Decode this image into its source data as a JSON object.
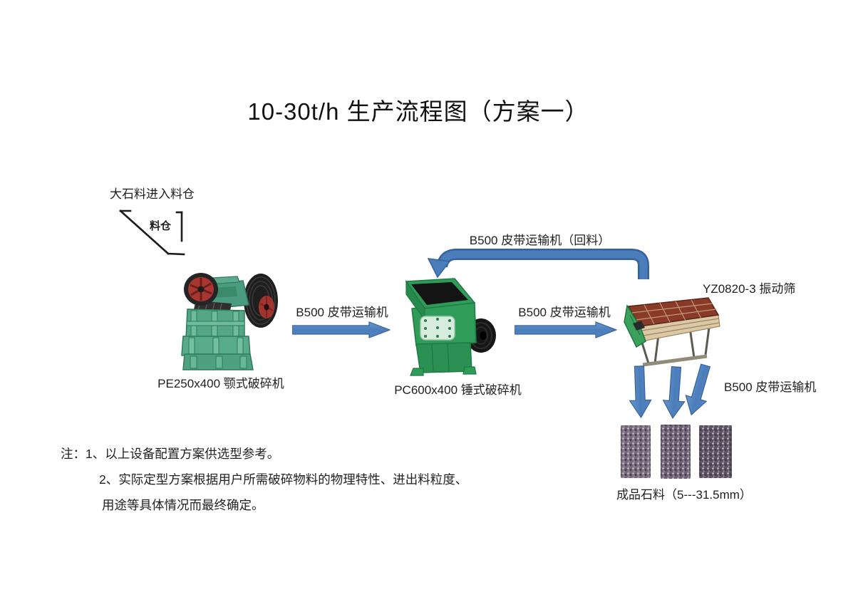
{
  "title": "10-30t/h 生产流程图（方案一）",
  "feed": {
    "caption": "大石料进入料仓",
    "hopper_label": "料仓"
  },
  "machines": {
    "jaw_crusher_label": "PE250x400 颚式破碎机",
    "hammer_crusher_label": "PC600x400 锤式破碎机",
    "screen_label": "YZ0820-3 振动筛"
  },
  "conveyors": {
    "belt1_label": "B500 皮带运输机",
    "belt2_label": "B500 皮带运输机",
    "return_label": "B500 皮带运输机（回料）",
    "output_label": "B500 皮带运输机"
  },
  "product_label": "成品石料（5---31.5mm）",
  "notes": {
    "line1": "注：1、以上设备配置方案供选型参考。",
    "line2": "2、实际定型方案根据用户所需破碎物料的物理特性、进出料粒度、",
    "line3": "用途等具体情况而最终确定。"
  },
  "colors": {
    "arrow_fill": "#4a7ebb",
    "arrow_border": "#36619c",
    "machine_green": "#2f9c59",
    "jaw_green": "#54a687",
    "screen_deck_red": "#8a3a28",
    "flywheel_red": "#a83732"
  }
}
